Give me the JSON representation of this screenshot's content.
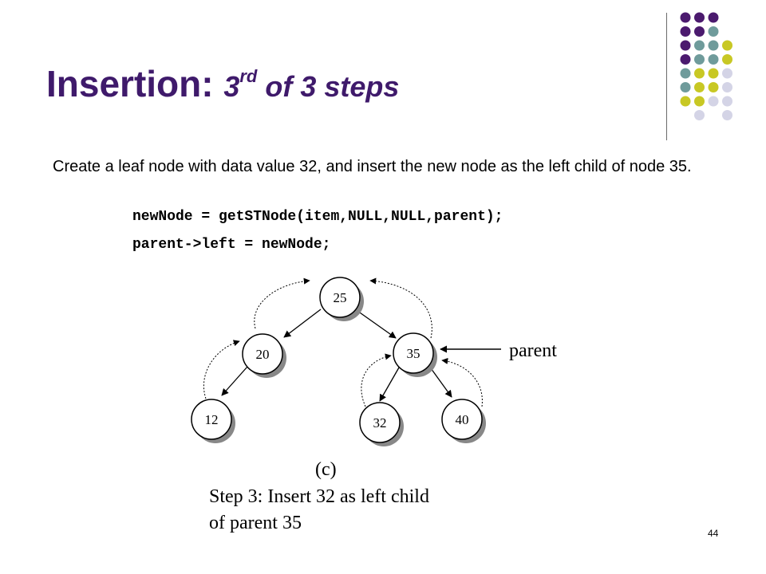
{
  "slide": {
    "title_main": "Insertion:",
    "title_sub_prefix": "3",
    "title_sub_sup": "rd",
    "title_sub_rest": "of 3 steps",
    "body": "Create a leaf node with data value 32, and insert the new node as the left child of node 35.",
    "code_lines": [
      "newNode = getSTNode(item,NULL,NULL,parent);",
      "parent->left = newNode;"
    ],
    "page_number": "44",
    "accent_color": "#3f1a6b"
  },
  "decor": {
    "dot_colors": {
      "purple": "#4b1a6e",
      "teal": "#6f9b9b",
      "yellow": "#c8c824",
      "lavender": "#d4d4e6"
    }
  },
  "diagram": {
    "nodes": [
      {
        "id": "n25",
        "label": "25"
      },
      {
        "id": "n20",
        "label": "20"
      },
      {
        "id": "n35",
        "label": "35"
      },
      {
        "id": "n12",
        "label": "12"
      },
      {
        "id": "n32",
        "label": "32"
      },
      {
        "id": "n40",
        "label": "40"
      }
    ],
    "parent_label": "parent",
    "caption_tag": "(c)",
    "caption_line1": "Step 3: Insert 32 as left child",
    "caption_line2": "of parent 35"
  }
}
